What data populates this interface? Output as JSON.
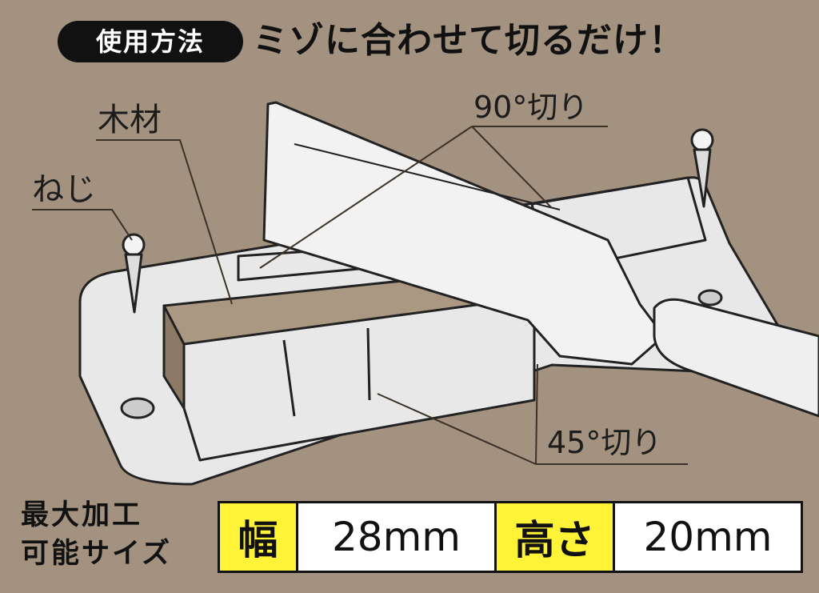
{
  "header": {
    "badge": "使用方法",
    "title": "ミゾに合わせて切るだけ！"
  },
  "labels": {
    "screw": "ねじ",
    "wood": "木材",
    "cut90": "90°切り",
    "cut45": "45°切り"
  },
  "max_size": {
    "label_line1": "最大加工",
    "label_line2": "可能サイズ",
    "width_key": "幅",
    "width_value": "28mm",
    "height_key": "高さ",
    "height_value": "20mm"
  },
  "colors": {
    "background": "#a2927f",
    "highlight": "#fff338",
    "wood": "#ab9882",
    "plastic": "#e8e8e8"
  }
}
